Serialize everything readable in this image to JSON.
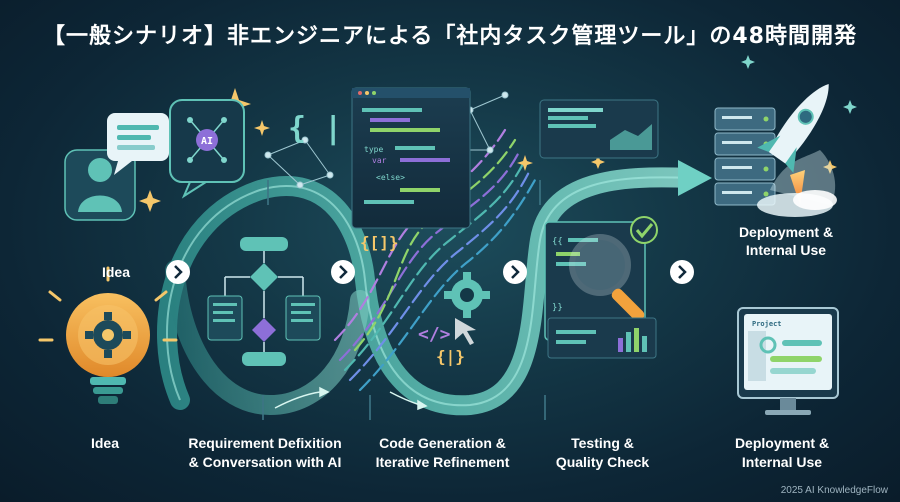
{
  "title": "【一般シナリオ】非エンジニアによる「社内タスク管理ツール」の48時間開発",
  "bubble_ai_label": "AI",
  "project_window_label": "Project",
  "code_snippet": {
    "brace_icon": "{ | }",
    "type_line": "type",
    "var_line": "var",
    "else_line": "<else>",
    "brackets_icon": "{[]}",
    "tag_icon": "</>",
    "bar_icon": "{|}"
  },
  "stage_labels": {
    "idea_upper": "Idea",
    "deployment_upper_1": "Deployment &",
    "deployment_upper_2": "Internal Use"
  },
  "stages": [
    {
      "line1": "Idea",
      "line2": ""
    },
    {
      "line1": "Requirement Defixition",
      "line2": "& Conversation with AI"
    },
    {
      "line1": "Code Generation &",
      "line2": "Iterative Refinement"
    },
    {
      "line1": "Testing &",
      "line2": "Quality Check"
    },
    {
      "line1": "Deployment &",
      "line2": "Internal Use"
    }
  ],
  "footer": "2025 AI KnowledgeFlow",
  "colors": {
    "teal": "#4fb8b0",
    "light_teal": "#7fd6cc",
    "purple": "#8d6fd8",
    "orange": "#f2a23c",
    "gold": "#f5c76a",
    "green": "#8fd46a",
    "navy": "#10283a"
  }
}
